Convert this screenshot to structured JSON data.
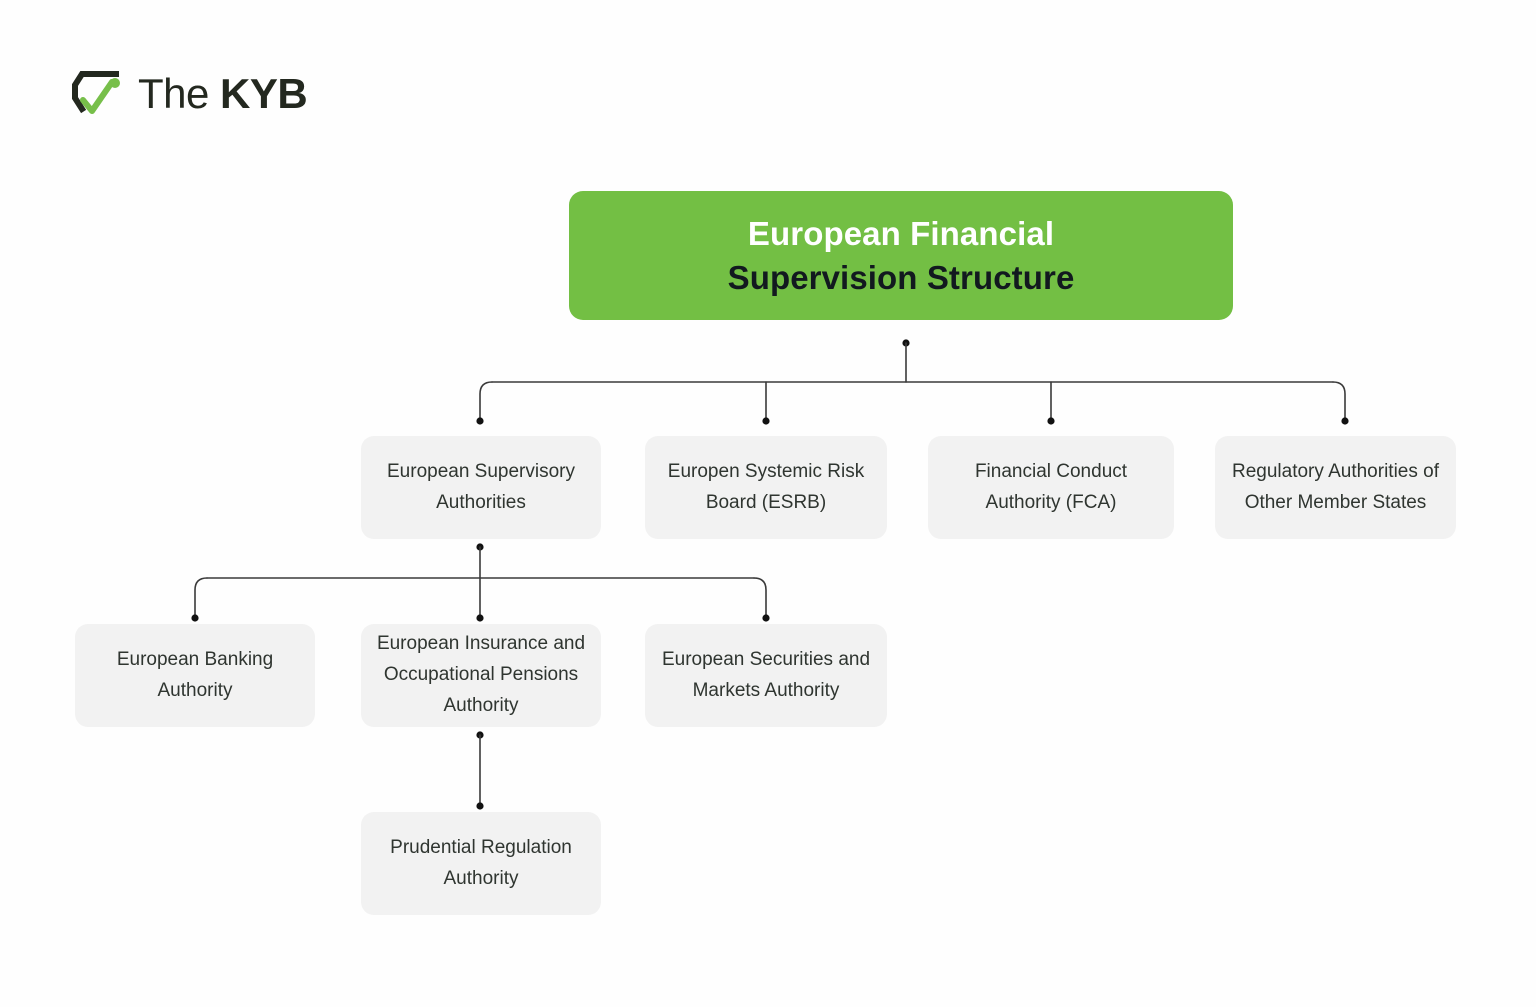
{
  "brand": {
    "logo_icon": "kyb-shield-check-icon",
    "name_light": "The",
    "name_bold": "KYB"
  },
  "diagram": {
    "title_line1": "European Financial",
    "title_line2": "Supervision Structure",
    "header_color": "#73bf44",
    "header_text_color_line1": "#ffffff",
    "header_text_color_line2": "#12191f",
    "node_fill": "#f2f2f2",
    "node_text_color": "#2f3530",
    "connector_color": "#3a3a3a",
    "level2": [
      {
        "id": "esa",
        "label": "European Supervisory Authorities"
      },
      {
        "id": "esrb",
        "label": "Europen Systemic Risk Board (ESRB)"
      },
      {
        "id": "fca",
        "label": "Financial Conduct Authority (FCA)"
      },
      {
        "id": "other",
        "label": "Regulatory Authorities of Other Member States"
      }
    ],
    "level3": [
      {
        "id": "eba",
        "label": "European Banking Authority"
      },
      {
        "id": "eiopa",
        "label": "European Insurance and Occupational Pensions Authority"
      },
      {
        "id": "esma",
        "label": "European Securities and Markets Authority"
      }
    ],
    "level4": [
      {
        "id": "pra",
        "label": "Prudential Regulation Authority"
      }
    ]
  }
}
